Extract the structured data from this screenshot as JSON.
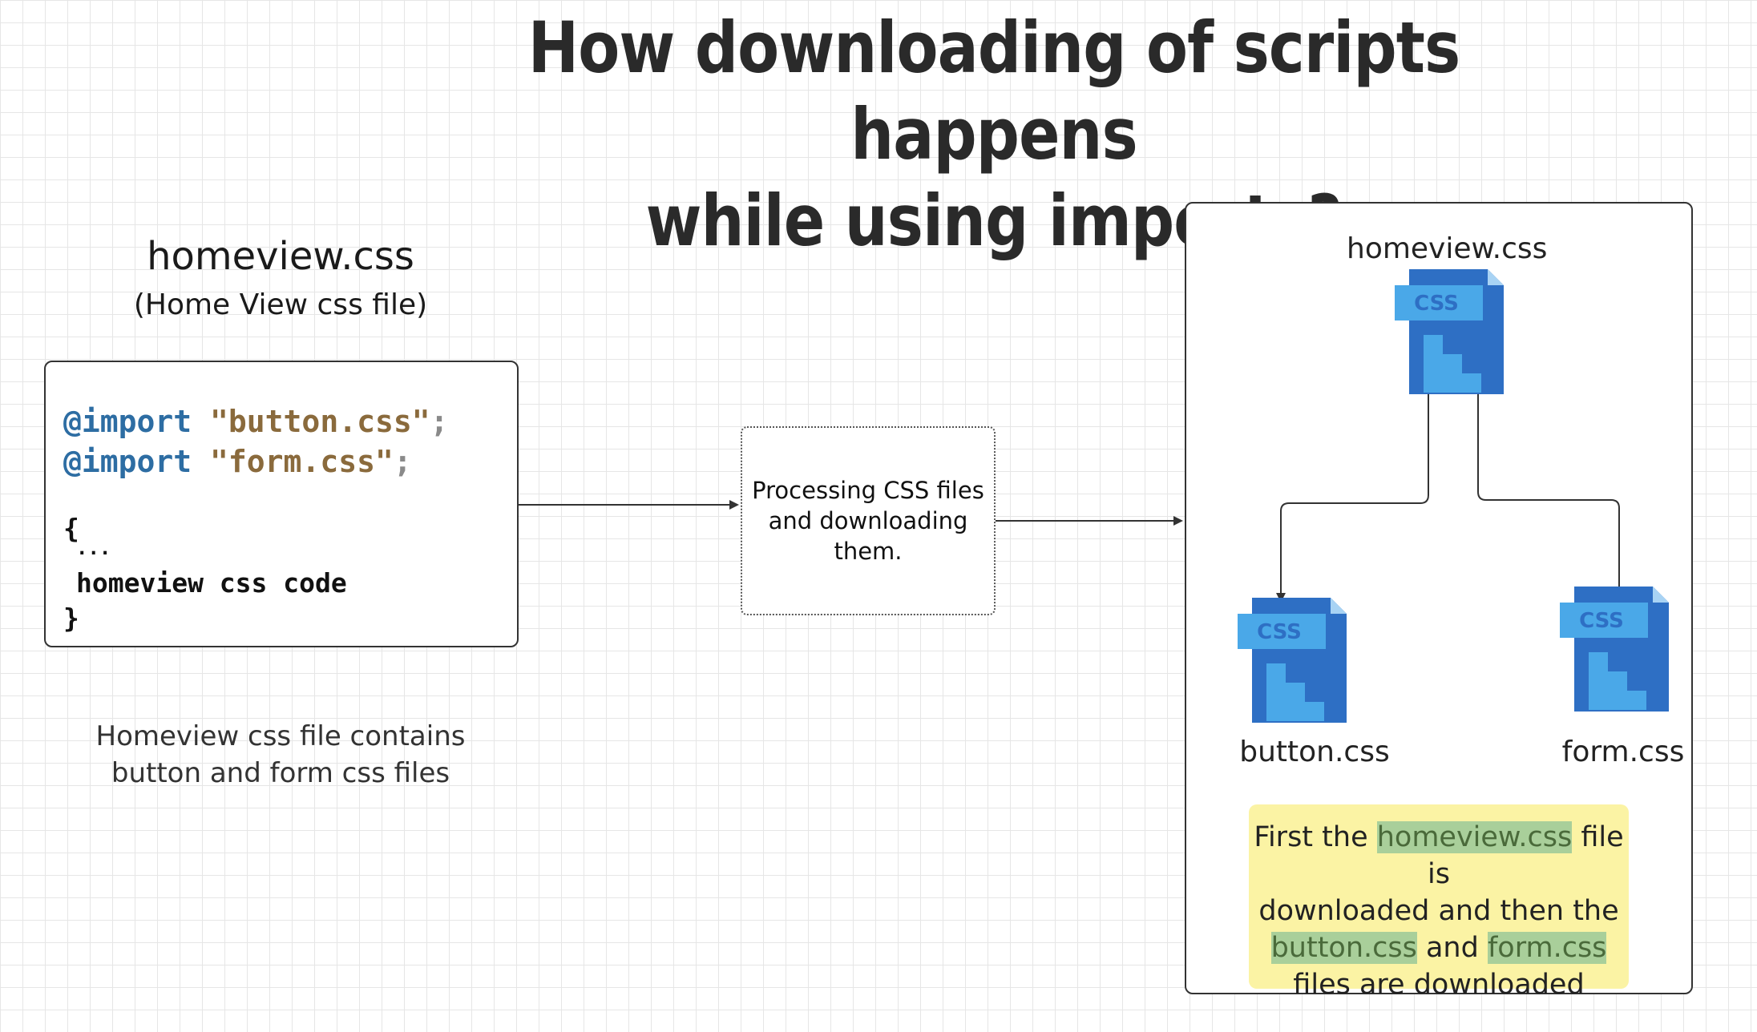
{
  "title": {
    "line1": "How downloading of scripts happens",
    "line2": "while using imports?"
  },
  "source": {
    "filename": "homeview.css",
    "subtitle": "(Home View css file)",
    "code": {
      "import1_kw": "@import",
      "import1_str": "\"button.css\"",
      "import1_semi": ";",
      "import2_kw": "@import",
      "import2_str": "\"form.css\"",
      "import2_semi": ";",
      "open_brace": "{",
      "ellipsis": "...",
      "body": "homeview css code",
      "close_brace": "}"
    },
    "caption_line1": "Homeview css file contains",
    "caption_line2": "button and form css files"
  },
  "process": {
    "line1": "Processing CSS files",
    "line2": "and downloading them."
  },
  "tree": {
    "root_label": "homeview.css",
    "left_label": "button.css",
    "right_label": "form.css",
    "icon_badge": "CSS"
  },
  "note": {
    "p1": "First the ",
    "h1": "homeview.css",
    "p2": " file is",
    "p3": "downloaded and then the",
    "h2": "button.css",
    "p4": " and ",
    "h3": "form.css",
    "p5": "files are downloaded"
  },
  "colors": {
    "icon_dark": "#2e6fc4",
    "icon_light": "#4aa8e8",
    "note_bg": "#fbf3a4",
    "highlight": "#a9cf9a"
  }
}
